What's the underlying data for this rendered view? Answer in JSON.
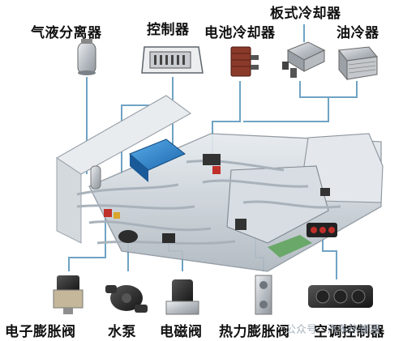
{
  "labels": {
    "gas_liquid_separator": "气液分离器",
    "controller": "控制器",
    "battery_cooler": "电池冷却器",
    "plate_cooler": "板式冷却器",
    "oil_cooler": "油冷器",
    "electronic_expansion_valve": "电子膨胀阀",
    "water_pump": "水泵",
    "solenoid_valve": "电磁阀",
    "thermal_expansion_valve": "热力膨胀阀",
    "ac_controller": "空调控制器"
  },
  "watermark": "公众号 · 汽车热管理",
  "colors": {
    "leader_line": "#6fa3c4",
    "controller_blue": "#2a7fc8",
    "component_dark": "#2a2a2a",
    "component_silver": "#c9ccd0",
    "battery_cooler_brown": "#8b3a2a",
    "module_red": "#c0302a",
    "module_yellow": "#d9a52a"
  },
  "icons": [
    "separator-icon",
    "controller-icon",
    "battery-cooler-icon",
    "plate-cooler-icon",
    "oil-cooler-icon",
    "eev-icon",
    "water-pump-icon",
    "solenoid-valve-icon",
    "txv-icon",
    "ac-controller-icon"
  ]
}
